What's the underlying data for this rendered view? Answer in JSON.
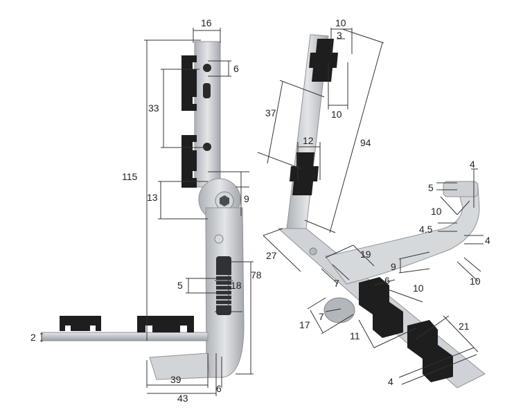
{
  "drawing": {
    "left_view": {
      "dimensions": {
        "top_width": "16",
        "slot": "6",
        "pitch": "33",
        "overall_height": "115",
        "pivot_height": "13",
        "pivot_width": "9",
        "screw_offset": "5",
        "screw_length": "18",
        "arm_height": "78",
        "plate_thickness": "2",
        "foot_inner": "39",
        "foot_outer": "43",
        "foot_thickness": "6"
      }
    },
    "right_view": {
      "dimensions": {
        "top_width": "10",
        "top_slot": "3",
        "pin_width": "10",
        "pitch": "37",
        "block_width": "12",
        "overall_length": "94",
        "arm_offset": "27",
        "arm_length": "19",
        "slot_width": "7",
        "bracket_height": "9",
        "pin_slot": "6",
        "pin_spacing": "10",
        "plate_offset": "17",
        "plate_gap": "7",
        "block_pitch": "11",
        "block_length": "21",
        "base_thickness": "4",
        "hook_thickness": "4",
        "hook_slot": "5",
        "hook_width": "10",
        "hook_gap": "4.5",
        "hook_side": "4",
        "hook_length": "10"
      }
    },
    "colors": {
      "metal": "#c9ccd0",
      "metal_dark": "#8e9297",
      "plastic": "#1e1e1e",
      "dimension_line": "#333333"
    }
  }
}
